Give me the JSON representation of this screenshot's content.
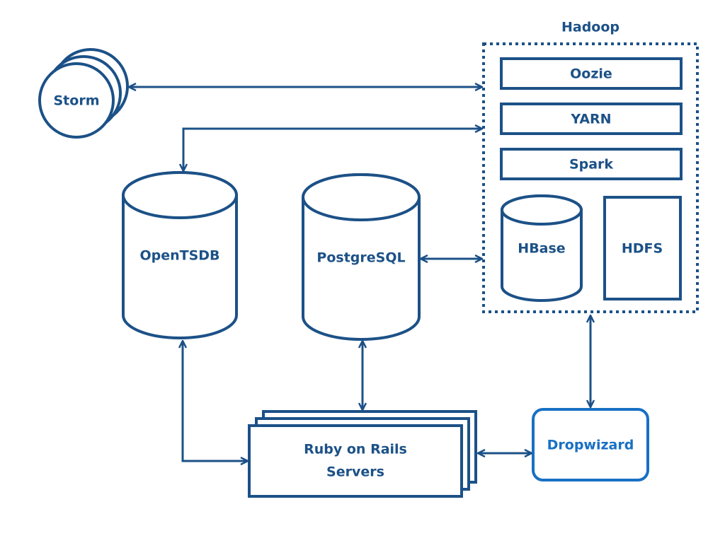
{
  "diagram": {
    "colors": {
      "primary": "#1c5187",
      "accent": "#1870c4",
      "background": "#ffffff"
    },
    "nodes": {
      "storm": {
        "label": "Storm",
        "shape": "stacked-circles"
      },
      "hadoop": {
        "label": "Hadoop",
        "shape": "dotted-group"
      },
      "oozie": {
        "label": "Oozie",
        "shape": "rectangle"
      },
      "yarn": {
        "label": "YARN",
        "shape": "rectangle"
      },
      "spark": {
        "label": "Spark",
        "shape": "rectangle"
      },
      "hbase": {
        "label": "HBase",
        "shape": "cylinder"
      },
      "hdfs": {
        "label": "HDFS",
        "shape": "rectangle"
      },
      "opentsdb": {
        "label": "OpenTSDB",
        "shape": "cylinder"
      },
      "postgresql": {
        "label": "PostgreSQL",
        "shape": "cylinder"
      },
      "rails": {
        "label_line1": "Ruby on Rails",
        "label_line2": "Servers",
        "shape": "stacked-rectangles"
      },
      "dropwizard": {
        "label": "Dropwizard",
        "shape": "rounded-rectangle"
      }
    },
    "edges": [
      {
        "from": "storm",
        "to": "hadoop",
        "direction": "both"
      },
      {
        "from": "opentsdb",
        "to": "hadoop",
        "direction": "both"
      },
      {
        "from": "postgresql",
        "to": "hadoop",
        "direction": "both"
      },
      {
        "from": "opentsdb",
        "to": "rails",
        "direction": "both"
      },
      {
        "from": "postgresql",
        "to": "rails",
        "direction": "both"
      },
      {
        "from": "rails",
        "to": "dropwizard",
        "direction": "both"
      },
      {
        "from": "hadoop",
        "to": "dropwizard",
        "direction": "both"
      }
    ]
  }
}
